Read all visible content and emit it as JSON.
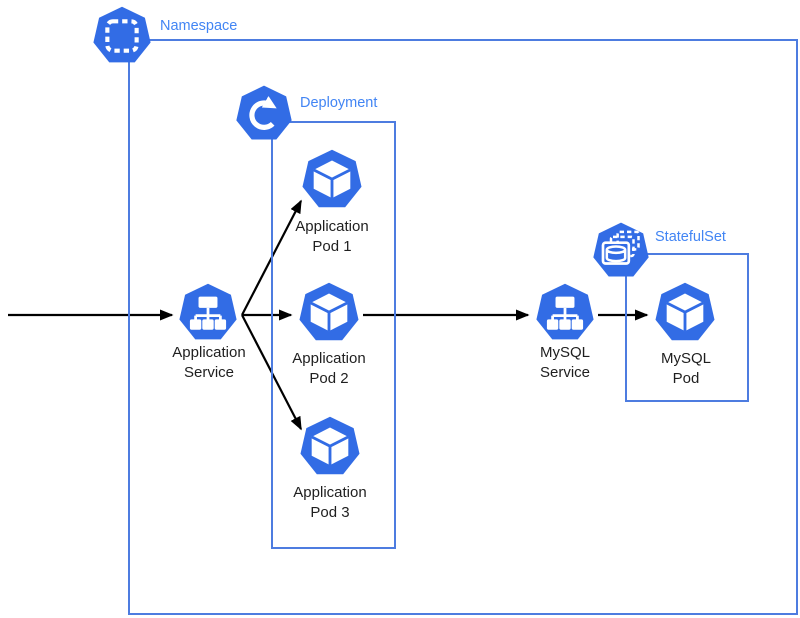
{
  "diagram": {
    "colors": {
      "k8s_blue": "#326CE5",
      "box_border": "#4d7ce0",
      "label_blue": "#4285f4",
      "node_text": "#1f1f1f",
      "arrow_black": "#000000"
    },
    "boxes": [
      {
        "id": "namespace",
        "label": "Namespace",
        "icon": "namespace-icon"
      },
      {
        "id": "deployment",
        "label": "Deployment",
        "icon": "deployment-icon"
      },
      {
        "id": "statefulset",
        "label": "StatefulSet",
        "icon": "statefulset-icon"
      }
    ],
    "nodes": [
      {
        "id": "app-service",
        "icon": "service-icon",
        "line1": "Application",
        "line2": "Service",
        "parent": "namespace"
      },
      {
        "id": "app-pod-1",
        "icon": "pod-icon",
        "line1": "Application",
        "line2": "Pod 1",
        "parent": "deployment"
      },
      {
        "id": "app-pod-2",
        "icon": "pod-icon",
        "line1": "Application",
        "line2": "Pod 2",
        "parent": "deployment"
      },
      {
        "id": "app-pod-3",
        "icon": "pod-icon",
        "line1": "Application",
        "line2": "Pod 3",
        "parent": "deployment"
      },
      {
        "id": "mysql-service",
        "icon": "service-icon",
        "line1": "MySQL",
        "line2": "Service",
        "parent": "namespace"
      },
      {
        "id": "mysql-pod",
        "icon": "pod-icon",
        "line1": "MySQL",
        "line2": "Pod",
        "parent": "statefulset"
      }
    ],
    "edges": [
      {
        "from": "external",
        "to": "app-service"
      },
      {
        "from": "app-service",
        "to": "app-pod-1"
      },
      {
        "from": "app-service",
        "to": "app-pod-2"
      },
      {
        "from": "app-service",
        "to": "app-pod-3"
      },
      {
        "from": "app-pod-2",
        "to": "mysql-service"
      },
      {
        "from": "mysql-service",
        "to": "mysql-pod"
      }
    ]
  }
}
